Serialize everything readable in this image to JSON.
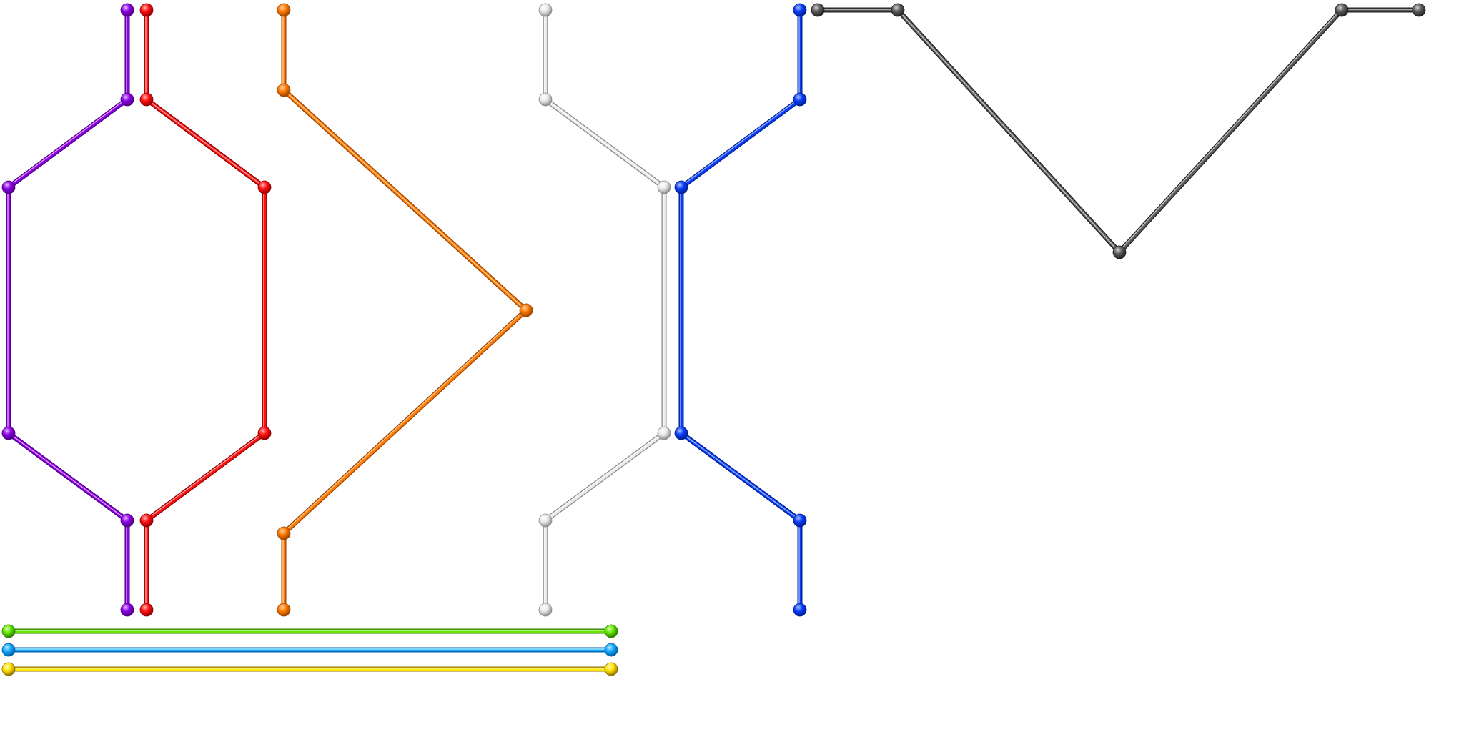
{
  "colors": {
    "background": "#ffffff"
  },
  "paths": [
    {
      "id": "purple",
      "name": "purple-path",
      "fill": "#8a00e6",
      "light": "#e7b3ff",
      "dark": "#4b007f"
    },
    {
      "id": "red",
      "name": "red-path",
      "fill": "#ff1010",
      "light": "#ffb0b0",
      "dark": "#8e0000"
    },
    {
      "id": "orange",
      "name": "orange-path",
      "fill": "#ff7a00",
      "light": "#ffd2a0",
      "dark": "#9a4200"
    },
    {
      "id": "white",
      "name": "white-path",
      "fill": "#e9e9e9",
      "light": "#ffffff",
      "dark": "#8a8a8a"
    },
    {
      "id": "blue",
      "name": "blue-path",
      "fill": "#0a3cff",
      "light": "#a9c0ff",
      "dark": "#00208a"
    },
    {
      "id": "gray",
      "name": "gray-path",
      "fill": "#5b5b5b",
      "light": "#cfcfcf",
      "dark": "#1f1f1f"
    },
    {
      "id": "green",
      "name": "green-bar",
      "fill": "#62e600",
      "light": "#d8ffb0",
      "dark": "#2d7a00"
    },
    {
      "id": "cyan",
      "name": "cyan-bar",
      "fill": "#15a6ff",
      "light": "#b9ecff",
      "dark": "#005fa0"
    },
    {
      "id": "yellow",
      "name": "yellow-bar",
      "fill": "#ffe500",
      "light": "#fff7b8",
      "dark": "#8f6f00"
    }
  ]
}
